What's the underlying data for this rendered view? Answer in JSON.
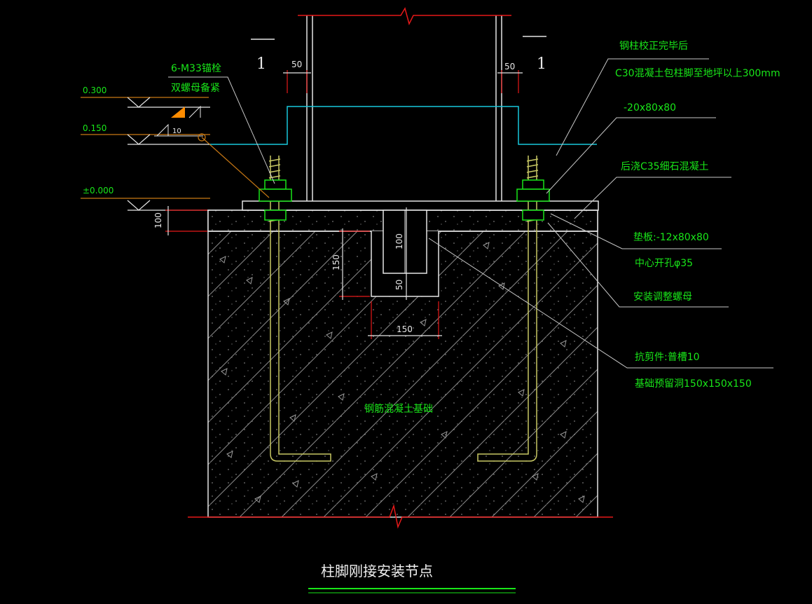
{
  "elevations": {
    "e1": "0.300",
    "e2": "0.150",
    "e3": "±0.000"
  },
  "dimensions": {
    "flange_left": "50",
    "flange_right": "50",
    "base_thickness": "100",
    "pocket_depth": "150",
    "pocket_upper": "100",
    "pocket_lower": "50",
    "pocket_width": "150",
    "weld_size": "10"
  },
  "section_marks": {
    "left": "1",
    "right": "1"
  },
  "labels": {
    "anchor_bolts": "6-M33锚栓",
    "double_nuts": "双螺母备紧",
    "column_corrected": "钢柱校正完毕后",
    "c30_wrap": "C30混凝土包柱脚至地坪以上300mm",
    "plate_20": "-20x80x80",
    "grout_c35": "后浇C35细石混凝土",
    "shim_plate": "垫板:-12x80x80",
    "center_hole": "中心开孔φ35",
    "adjust_nut": "安装调整螺母",
    "shear_key": "抗剪件:普槽10",
    "pocket_hole": "基础预留洞150x150x150",
    "foundation": "钢筋混凝土基础"
  },
  "title": "柱脚刚接安装节点",
  "colors": {
    "background": "#000000",
    "text": "#19e619",
    "line": "#e6e6e6",
    "dimension": "#e61919",
    "cyan": "#19c8dc",
    "orange": "#ff8c00",
    "bolt": "#c8c864"
  }
}
